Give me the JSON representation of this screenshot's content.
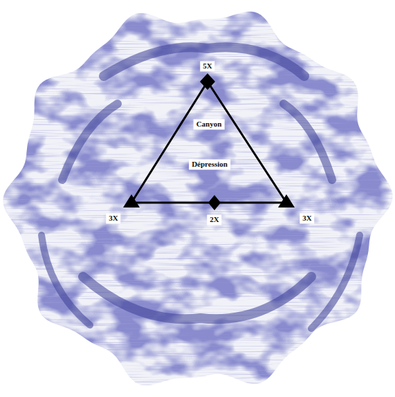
{
  "diagram": {
    "labels": [
      "5X",
      "Canyon",
      "Dépression",
      "3X",
      "2X",
      "3X"
    ]
  }
}
